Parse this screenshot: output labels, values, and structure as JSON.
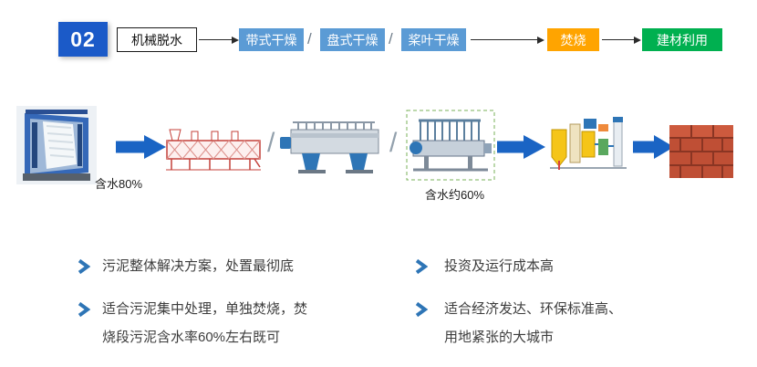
{
  "header": {
    "number": "02",
    "separator": "/",
    "steps": [
      {
        "label": "机械脱水"
      },
      {
        "label": "带式干燥"
      },
      {
        "label": "盘式干燥"
      },
      {
        "label": "桨叶干燥"
      },
      {
        "label": "焚烧"
      },
      {
        "label": "建材利用"
      }
    ]
  },
  "process": {
    "separator": "/",
    "captions": {
      "dewatered": "含水80%",
      "dried": "含水约60%"
    },
    "equipment_icons": [
      "dewatering-machine-image",
      "belt-dryer-image",
      "disc-dryer-image",
      "paddle-dryer-image",
      "incinerator-diagram-image",
      "brick-material-image"
    ]
  },
  "bullets": {
    "left": [
      "污泥整体解决方案，处置最彻底",
      "适合污泥集中处理，单独焚烧，焚烧段污泥含水率60%左右既可"
    ],
    "right": [
      "投资及运行成本高",
      "适合经济发达、环保标准高、用地紧张的大城市"
    ]
  },
  "colors": {
    "section_number_bg": "#1B5AC8",
    "step_blue": "#5B9BD5",
    "incineration_orange": "#FFA400",
    "building_material_green": "#00B050",
    "flow_arrow_blue": "#1A64C4",
    "bullet_chevron_blue": "#2E75B6"
  }
}
